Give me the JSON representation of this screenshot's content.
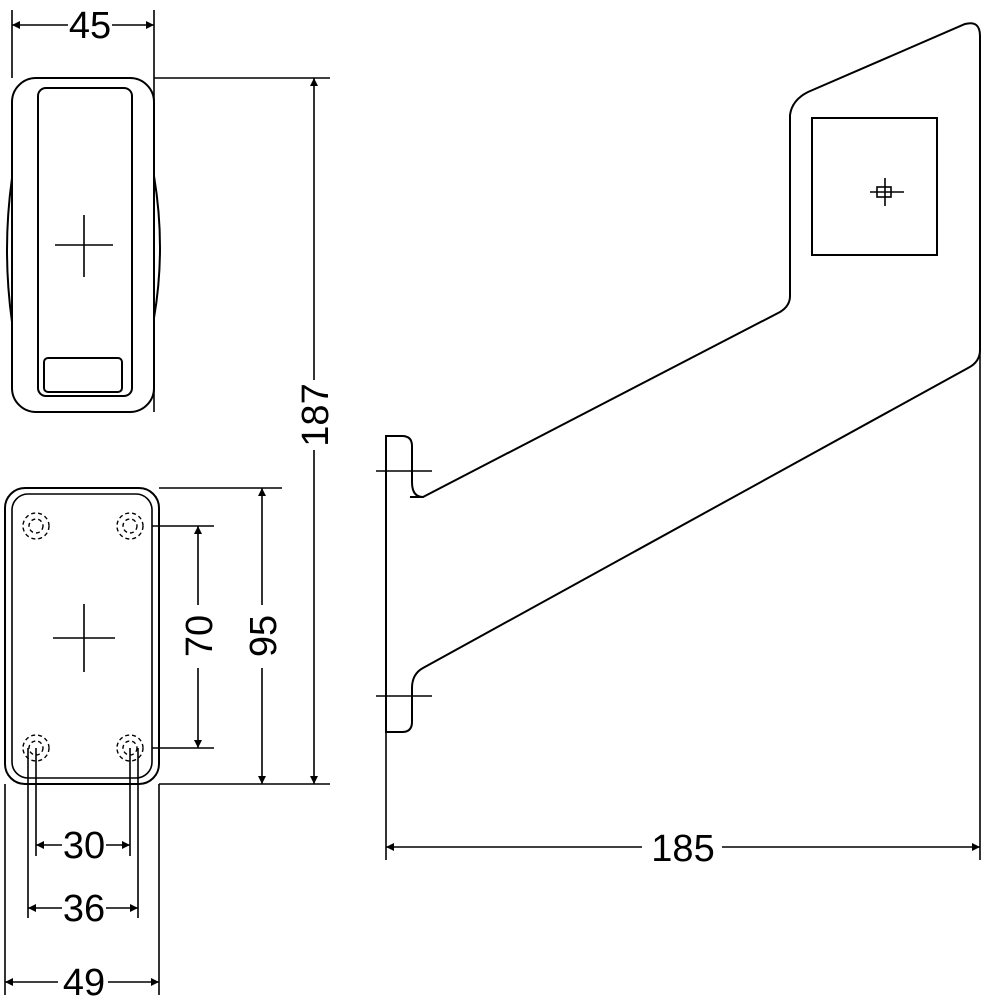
{
  "dimensions": {
    "top_width": "45",
    "overall_height": "187",
    "base_height": "95",
    "hole_spacing_vertical": "70",
    "hole_spacing_30": "30",
    "hole_spacing_36": "36",
    "base_width": "49",
    "arm_length": "185"
  }
}
